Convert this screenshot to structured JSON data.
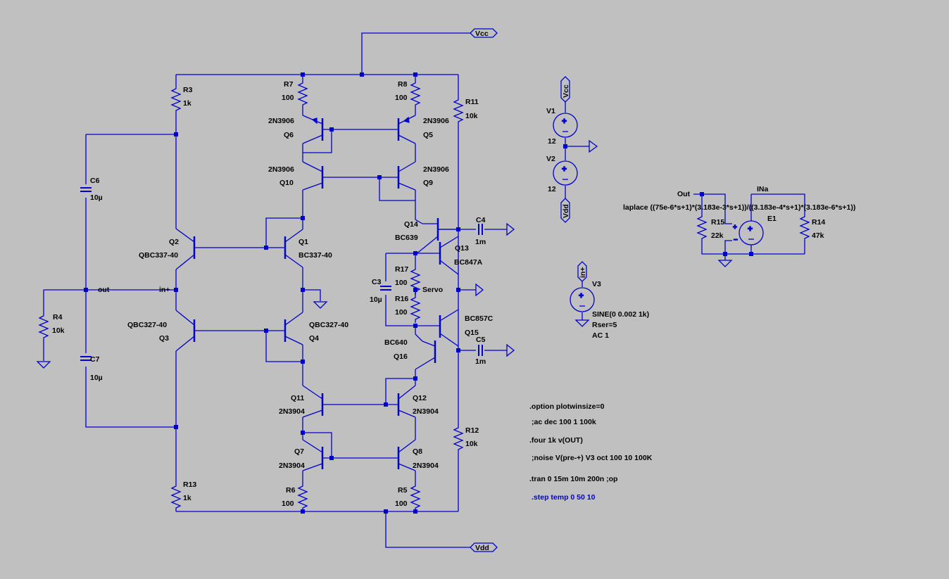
{
  "colors": {
    "background": "#c0c0c0",
    "wire": "#0000cc",
    "text": "#000000",
    "directive": "#0000cc"
  },
  "flags": {
    "vcc": "Vcc",
    "vdd": "Vdd",
    "out": "out",
    "in_plus": "in+",
    "servo": "Servo",
    "out_b": "Out",
    "ina": "INa"
  },
  "components": {
    "R3": {
      "ref": "R3",
      "value": "1k"
    },
    "R7": {
      "ref": "R7",
      "value": "100"
    },
    "R8": {
      "ref": "R8",
      "value": "100"
    },
    "R11": {
      "ref": "R11",
      "value": "10k"
    },
    "C6": {
      "ref": "C6",
      "value": "10µ"
    },
    "C7": {
      "ref": "C7",
      "value": "10µ"
    },
    "R4": {
      "ref": "R4",
      "value": "10k"
    },
    "Q6": {
      "ref": "Q6",
      "model": "2N3906"
    },
    "Q5": {
      "ref": "Q5",
      "model": "2N3906"
    },
    "Q10": {
      "ref": "Q10",
      "model": "2N3906"
    },
    "Q9": {
      "ref": "Q9",
      "model": "2N3906"
    },
    "Q2": {
      "ref": "Q2",
      "model": "QBC337-40"
    },
    "Q1": {
      "ref": "Q1",
      "model": "BC337-40"
    },
    "Q3": {
      "ref": "Q3",
      "model": "QBC327-40"
    },
    "Q4": {
      "ref": "Q4",
      "model": "QBC327-40"
    },
    "Q14": {
      "ref": "Q14",
      "model": "BC639"
    },
    "Q13": {
      "ref": "Q13",
      "model": "BC847A"
    },
    "Q15": {
      "ref": "Q15",
      "model": "BC857C"
    },
    "Q16": {
      "ref": "Q16",
      "model": "BC640"
    },
    "C4": {
      "ref": "C4",
      "value": "1m"
    },
    "C5": {
      "ref": "C5",
      "value": "1m"
    },
    "C3": {
      "ref": "C3",
      "value": "10µ"
    },
    "R17": {
      "ref": "R17",
      "value": "100"
    },
    "R16": {
      "ref": "R16",
      "value": "100"
    },
    "Q11": {
      "ref": "Q11",
      "model": "2N3904"
    },
    "Q12": {
      "ref": "Q12",
      "model": "2N3904"
    },
    "Q7": {
      "ref": "Q7",
      "model": "2N3904"
    },
    "Q8": {
      "ref": "Q8",
      "model": "2N3904"
    },
    "R12": {
      "ref": "R12",
      "value": "10k"
    },
    "R13": {
      "ref": "R13",
      "value": "1k"
    },
    "R6": {
      "ref": "R6",
      "value": "100"
    },
    "R5": {
      "ref": "R5",
      "value": "100"
    },
    "V1": {
      "ref": "V1",
      "value": "12"
    },
    "V2": {
      "ref": "V2",
      "value": "12"
    },
    "V3": {
      "ref": "V3",
      "value1": "SINE(0 0.002 1k)",
      "value2": "Rser=5",
      "value3": "AC 1"
    },
    "E1": {
      "ref": "E1",
      "expr": "laplace ((75e-6*s+1)*(3.183e-3*s+1))/((3.183e-4*s+1)*(3.183e-6*s+1))"
    },
    "R15": {
      "ref": "R15",
      "value": "22k"
    },
    "R14": {
      "ref": "R14",
      "value": "47k"
    }
  },
  "directives": {
    "d1": ".option plotwinsize=0",
    "d2": ";ac dec 100 1 100k",
    "d3": ".four 1k v(OUT)",
    "d4": ";noise V(pre-+) V3 oct 100 10 100K",
    "d5": ".tran 0 15m 10m 200n  ;op",
    "d6": ".step temp 0 50 10"
  }
}
